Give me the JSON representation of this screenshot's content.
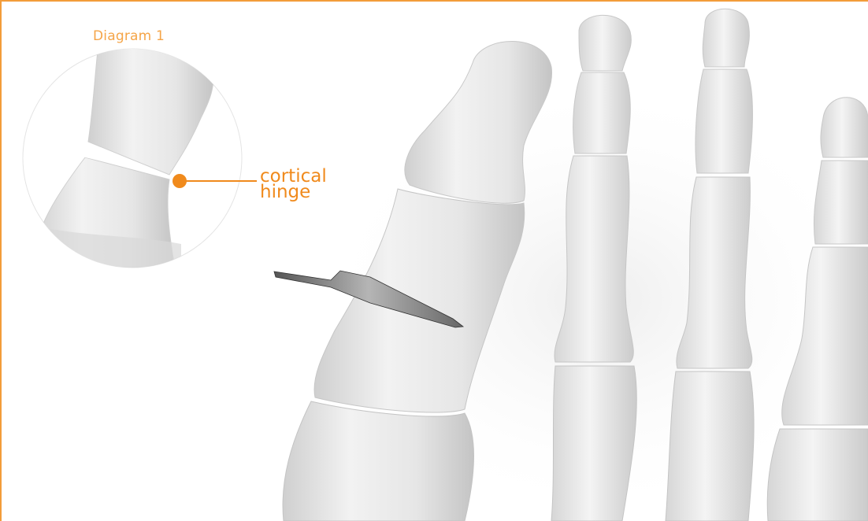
{
  "diagram": {
    "title": "Diagram 1",
    "callout": {
      "line1": "cortical",
      "line2": "hinge"
    }
  },
  "colors": {
    "accent": "#f39c3a",
    "callout": "#f08a1c",
    "bone": "#e9e9e9"
  },
  "elements": {
    "frame": "frame-border",
    "inset": "magnified-inset-circle",
    "marker": "cortical-hinge-marker",
    "blade": "osteotomy-saw-blade"
  }
}
